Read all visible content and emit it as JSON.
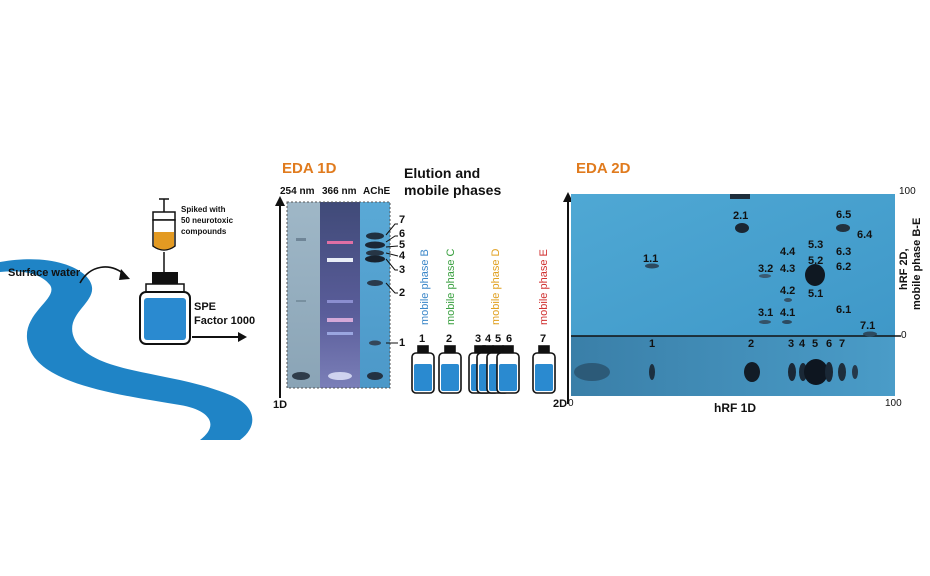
{
  "left": {
    "spike_label_1": "Spiked with",
    "spike_label_2": "50 neurotoxic",
    "spike_label_3": "compounds",
    "river_label": "Surface water",
    "spe_label_1": "SPE",
    "spe_label_2": "Factor 1000"
  },
  "eda1d": {
    "title": "EDA 1D",
    "lane_254": "254 nm",
    "lane_366": "366 nm",
    "lane_ache": "AChE",
    "axis_label": "1D",
    "band_labels": [
      "7",
      "6",
      "5",
      "4",
      "3",
      "2",
      "1"
    ]
  },
  "phases": {
    "title_1": "Elution and",
    "title_2": "mobile phases",
    "labels": [
      "mobile phase B",
      "mobile phase C",
      "mobile phase D",
      "mobile phase E"
    ],
    "colors": [
      "#3a86c8",
      "#3aa040",
      "#e0a020",
      "#d03030"
    ],
    "bottle_numbers": [
      "1",
      "2",
      "3",
      "4",
      "5",
      "6",
      "7"
    ]
  },
  "eda2d": {
    "title": "EDA 2D",
    "axis_2d": "2D",
    "x_label": "hRF 1D",
    "y_label_1": "hRF 2D,",
    "y_label_2": "mobile phase B-E",
    "x_ticks": [
      "0",
      "100"
    ],
    "y_ticks": [
      "100",
      "0"
    ],
    "spots": [
      "1.1",
      "2.1",
      "3.1",
      "3.2",
      "4.1",
      "4.2",
      "4.3",
      "4.4",
      "5.1",
      "5.2",
      "5.3",
      "6.1",
      "6.2",
      "6.3",
      "6.4",
      "6.5",
      "7.1"
    ],
    "baseline_labels": [
      "1",
      "2",
      "3",
      "4",
      "5",
      "6",
      "7"
    ]
  }
}
